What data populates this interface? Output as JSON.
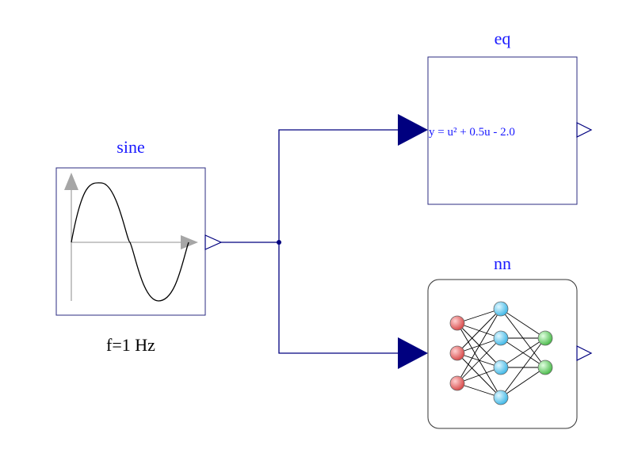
{
  "blocks": {
    "sine": {
      "name": "sine",
      "parameter": "f=1 Hz"
    },
    "eq": {
      "name": "eq",
      "equation": "y = u² + 0.5u - 2.0"
    },
    "nn": {
      "name": "nn"
    }
  },
  "colors": {
    "connection": "#00007f",
    "block_border": "#2b2b80",
    "label_blue": "#1a1aff",
    "axis_gray": "#a6a6a6",
    "nn_input": "#e05555",
    "nn_hidden": "#55c6ea",
    "nn_output": "#5ccc5c"
  },
  "icons": [
    "sine-wave-icon",
    "neural-network-icon",
    "output-port-icon",
    "input-port-icon"
  ]
}
